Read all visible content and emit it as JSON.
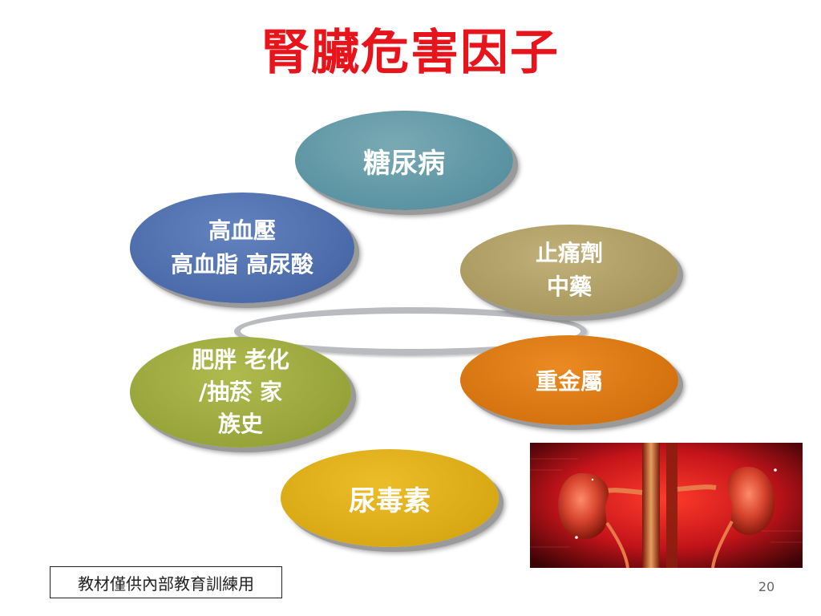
{
  "slide": {
    "title": "腎臟危害因子",
    "page_number": "20",
    "footer_note": "教材僅供內部教育訓練用"
  },
  "diagram": {
    "factors": [
      {
        "lines": [
          "糖尿病"
        ],
        "color": "#5b93a2"
      },
      {
        "lines": [
          "高血壓",
          "高血脂 高尿酸"
        ],
        "color": "#4a6aa9"
      },
      {
        "lines": [
          "止痛劑",
          "中藥"
        ],
        "color": "#a9995f"
      },
      {
        "lines": [
          "肥胖 老化",
          "/抽菸 家",
          "族史"
        ],
        "color": "#97a43a"
      },
      {
        "lines": [
          "重金屬"
        ],
        "color": "#d4730f"
      },
      {
        "lines": [
          "尿毒素"
        ],
        "color": "#d9a915"
      }
    ],
    "ring_color": "#b9bbbe"
  },
  "colors": {
    "title": "#e8141b",
    "kidney_background": "#c4141a"
  }
}
